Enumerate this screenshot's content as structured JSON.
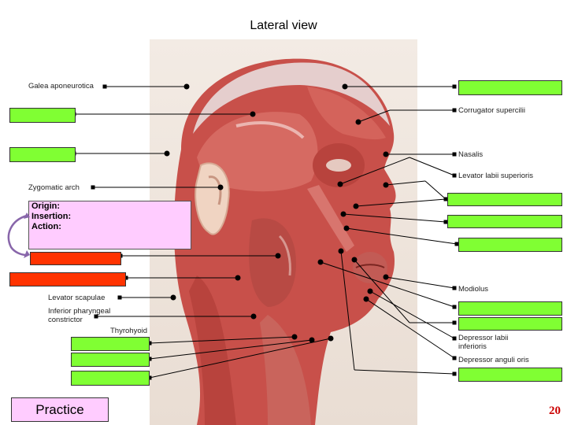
{
  "title": "Lateral view",
  "labels": {
    "galea": "Galea aponeurotica",
    "corrugator": "Corrugator supercilii",
    "nasalis": "Nasalis",
    "levator_labii": "Levator labii superioris",
    "zygomatic_arch": "Zygomatic arch",
    "modiolus": "Modiolus",
    "levator_scapulae": "Levator scapulae",
    "inferior_pharyngeal_1": "Inferior pharyngeal",
    "inferior_pharyngeal_2": "constrictor",
    "thyrohyoid": "Thyrohyoid",
    "depressor_labii_1": "Depressor labii",
    "depressor_labii_2": "inferioris",
    "depressor_anguli": "Depressor anguli oris"
  },
  "info_box": {
    "origin": "Origin:",
    "insertion": "Insertion:",
    "action": "Action:"
  },
  "practice_button": "Practice",
  "page_number": "20",
  "colors": {
    "answer_box_green": "#80ff33",
    "answer_box_red": "#ff3300",
    "info_box_pink": "#ffccff",
    "muscle_red": "#c8504a",
    "page_number_red": "#cc0000"
  }
}
